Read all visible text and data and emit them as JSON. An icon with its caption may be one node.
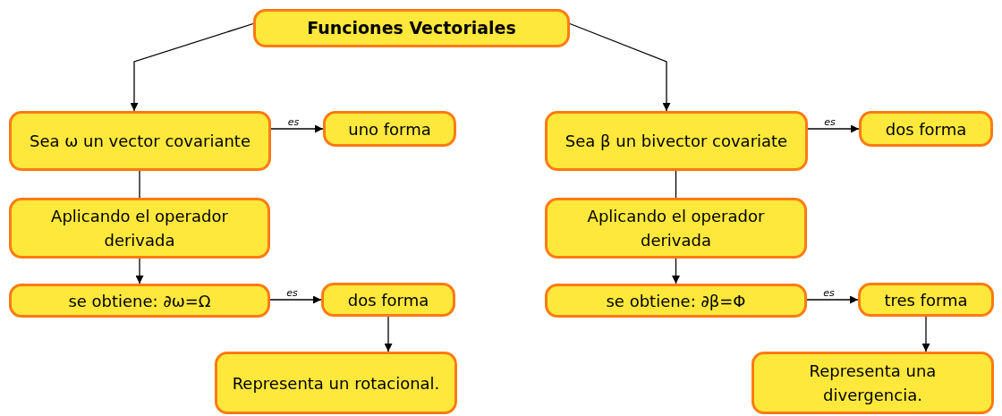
{
  "diagram": {
    "nodes": [
      {
        "text": [
          "Funciones Vectoriales"
        ]
      },
      {
        "text": [
          "Sea ω un vector covariante"
        ]
      },
      {
        "text": [
          "uno forma"
        ]
      },
      {
        "text": [
          "Aplicando el operador derivada"
        ]
      },
      {
        "text": [
          "se obtiene: ∂ω=Ω"
        ]
      },
      {
        "text": [
          "dos forma"
        ]
      },
      {
        "text": [
          "Representa un rotacional."
        ]
      },
      {
        "text": [
          "Sea β un bivector covariate"
        ]
      },
      {
        "text": [
          "dos forma"
        ]
      },
      {
        "text": [
          "Aplicando el operador derivada"
        ]
      },
      {
        "text": [
          "se obtiene: ∂β=Φ"
        ]
      },
      {
        "text": [
          "tres forma"
        ]
      },
      {
        "text": [
          "Representa una divergencia."
        ]
      }
    ],
    "edges": [
      {
        "from": 0,
        "to": 1,
        "arrow": "to"
      },
      {
        "from": 0,
        "to": 7,
        "arrow": "to"
      },
      {
        "from": 1,
        "to": 2,
        "arrow": "to",
        "label": "es"
      },
      {
        "from": 1,
        "to": 3,
        "arrow": "none"
      },
      {
        "from": 3,
        "to": 4,
        "arrow": "to"
      },
      {
        "from": 4,
        "to": 5,
        "arrow": "to",
        "label": "es"
      },
      {
        "from": 5,
        "to": 6,
        "arrow": "to"
      },
      {
        "from": 7,
        "to": 8,
        "arrow": "to",
        "label": "es"
      },
      {
        "from": 7,
        "to": 9,
        "arrow": "none"
      },
      {
        "from": 9,
        "to": 10,
        "arrow": "to"
      },
      {
        "from": 10,
        "to": 11,
        "arrow": "to",
        "label": "es"
      },
      {
        "from": 11,
        "to": 12,
        "arrow": "to"
      }
    ]
  }
}
